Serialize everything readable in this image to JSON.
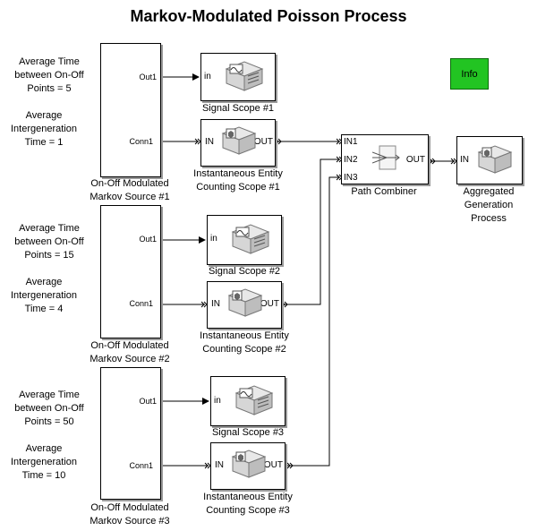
{
  "title": "Markov-Modulated Poisson Process",
  "info_label": "Info",
  "sources": [
    {
      "param1": [
        "Average Time",
        "between On-Off",
        "Points = 5"
      ],
      "param2": [
        "Average",
        "Intergeneration",
        "Time = 1"
      ],
      "name": [
        "On-Off Modulated",
        "Markov Source #1"
      ],
      "out_port": "Out1",
      "conn_port": "Conn1"
    },
    {
      "param1": [
        "Average Time",
        "between On-Off",
        "Points = 15"
      ],
      "param2": [
        "Average",
        "Intergeneration",
        "Time = 4"
      ],
      "name": [
        "On-Off Modulated",
        "Markov Source #2"
      ],
      "out_port": "Out1",
      "conn_port": "Conn1"
    },
    {
      "param1": [
        "Average Time",
        "between On-Off",
        "Points = 50"
      ],
      "param2": [
        "Average",
        "Intergeneration",
        "Time = 10"
      ],
      "name": [
        "On-Off Modulated",
        "Markov Source #3"
      ],
      "out_port": "Out1",
      "conn_port": "Conn1"
    }
  ],
  "signal_scopes": [
    {
      "name": "Signal Scope #1",
      "in_port": "in"
    },
    {
      "name": "Signal Scope #2",
      "in_port": "in"
    },
    {
      "name": "Signal Scope #3",
      "in_port": "in"
    }
  ],
  "entity_scopes": [
    {
      "name": [
        "Instantaneous Entity",
        "Counting Scope #1"
      ],
      "in_port": "IN",
      "out_port": "OUT"
    },
    {
      "name": [
        "Instantaneous Entity",
        "Counting Scope #2"
      ],
      "in_port": "IN",
      "out_port": "OUT"
    },
    {
      "name": [
        "Instantaneous Entity",
        "Counting Scope #3"
      ],
      "in_port": "IN",
      "out_port": "OUT"
    }
  ],
  "path_combiner": {
    "name": "Path Combiner",
    "in_ports": [
      "IN1",
      "IN2",
      "IN3"
    ],
    "out_port": "OUT"
  },
  "aggregated": {
    "name": [
      "Aggregated",
      "Generation",
      "Process"
    ],
    "in_port": "IN"
  }
}
